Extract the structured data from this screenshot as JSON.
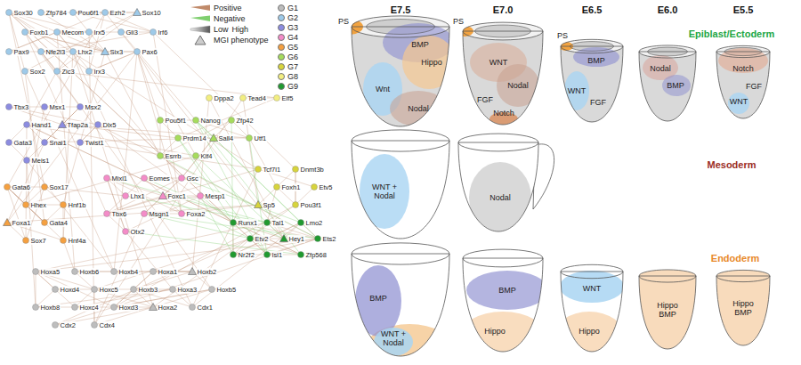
{
  "diagram": {
    "labels": [
      "E7.5",
      "E7.0",
      "E6.5",
      "E6.0",
      "E5.5",
      "Epiblast/Ectoderm",
      "Mesoderm",
      "Endoderm",
      "PS",
      "BMP",
      "Hippo",
      "Wnt",
      "Nodal",
      "PS",
      "WNT",
      "Nodal",
      "FGF",
      "Notch",
      "PS",
      "BMP",
      "WNT",
      "FGF",
      "Nodal",
      "BMP",
      "Notch",
      "WNT",
      "FGF",
      "WNT + Nodal",
      "Nodal",
      "BMP",
      "WNT + Nodal",
      "BMP",
      "Hippo",
      "WNT",
      "Hippo",
      "Hippo BMP",
      "Hippo BMP",
      "Low",
      "High",
      "Sox30",
      "Zfp784",
      "Pou6f1",
      "Ezh2",
      "Sox10",
      "Foxb1",
      "Mecom",
      "Irx5",
      "Gli3",
      "Irf6",
      "Pax9",
      "Nfe2l3",
      "Lhx2",
      "Six3",
      "Pax6",
      "Sox2",
      "Zic3",
      "Irx3",
      "Dppa2",
      "Tead4",
      "Elf5",
      "Tbx3",
      "Msx1",
      "Msx2",
      "Hand1",
      "Tfap2a",
      "Dlx5",
      "Gata3",
      "Snai1",
      "Twist1",
      "Meis1",
      "Pou5f1",
      "Nanog",
      "Zfp42",
      "Prdm14",
      "Sall4",
      "Utf1",
      "Esrrb",
      "Klf4",
      "Tcf7l1",
      "Dnmt3b",
      "Foxh1",
      "Etv5",
      "Sp5",
      "Pou3f1",
      "Gata6",
      "Sox17",
      "Hhex",
      "Hnf1b",
      "Foxa1",
      "Gata4",
      "Sox7",
      "Hnf4a",
      "Mixl1",
      "Eomes",
      "Gsc",
      "Lhx1",
      "Foxc1",
      "Mesp1",
      "Tbx6",
      "Msgn1",
      "Foxa2",
      "Otx2",
      "Runx1",
      "Tal1",
      "Lmo2",
      "Etv2",
      "Hey1",
      "Ets2",
      "Nr2f2",
      "Isl1",
      "Zfp568",
      "Hoxa5",
      "Hoxb6",
      "Hoxb4",
      "Hoxa1",
      "Hoxb2",
      "Hoxd4",
      "Hoxc5",
      "Hoxb3",
      "Hoxa3",
      "Hoxb5",
      "Hoxb8",
      "Hoxc4",
      "Hoxd3",
      "Hoxa2",
      "Cdx1",
      "Cdx2",
      "Cdx4"
    ],
    "legend": [
      {
        "text": "Positive"
      },
      {
        "text": "Negative"
      },
      {
        "text": "MGI phenotype"
      },
      {
        "text": "G1",
        "color": "#bdbdbd"
      },
      {
        "text": "G2",
        "color": "#9ecae9"
      },
      {
        "text": "G3",
        "color": "#8c8ce0"
      },
      {
        "text": "G4",
        "color": "#f48cc8"
      },
      {
        "text": "G5",
        "color": "#f5a040"
      },
      {
        "text": "G6",
        "color": "#a6dc5c"
      },
      {
        "text": "G7",
        "color": "#d7d43c"
      },
      {
        "text": "G8",
        "color": "#f2ee80"
      },
      {
        "text": "G9",
        "color": "#1f9a2f"
      }
    ]
  }
}
